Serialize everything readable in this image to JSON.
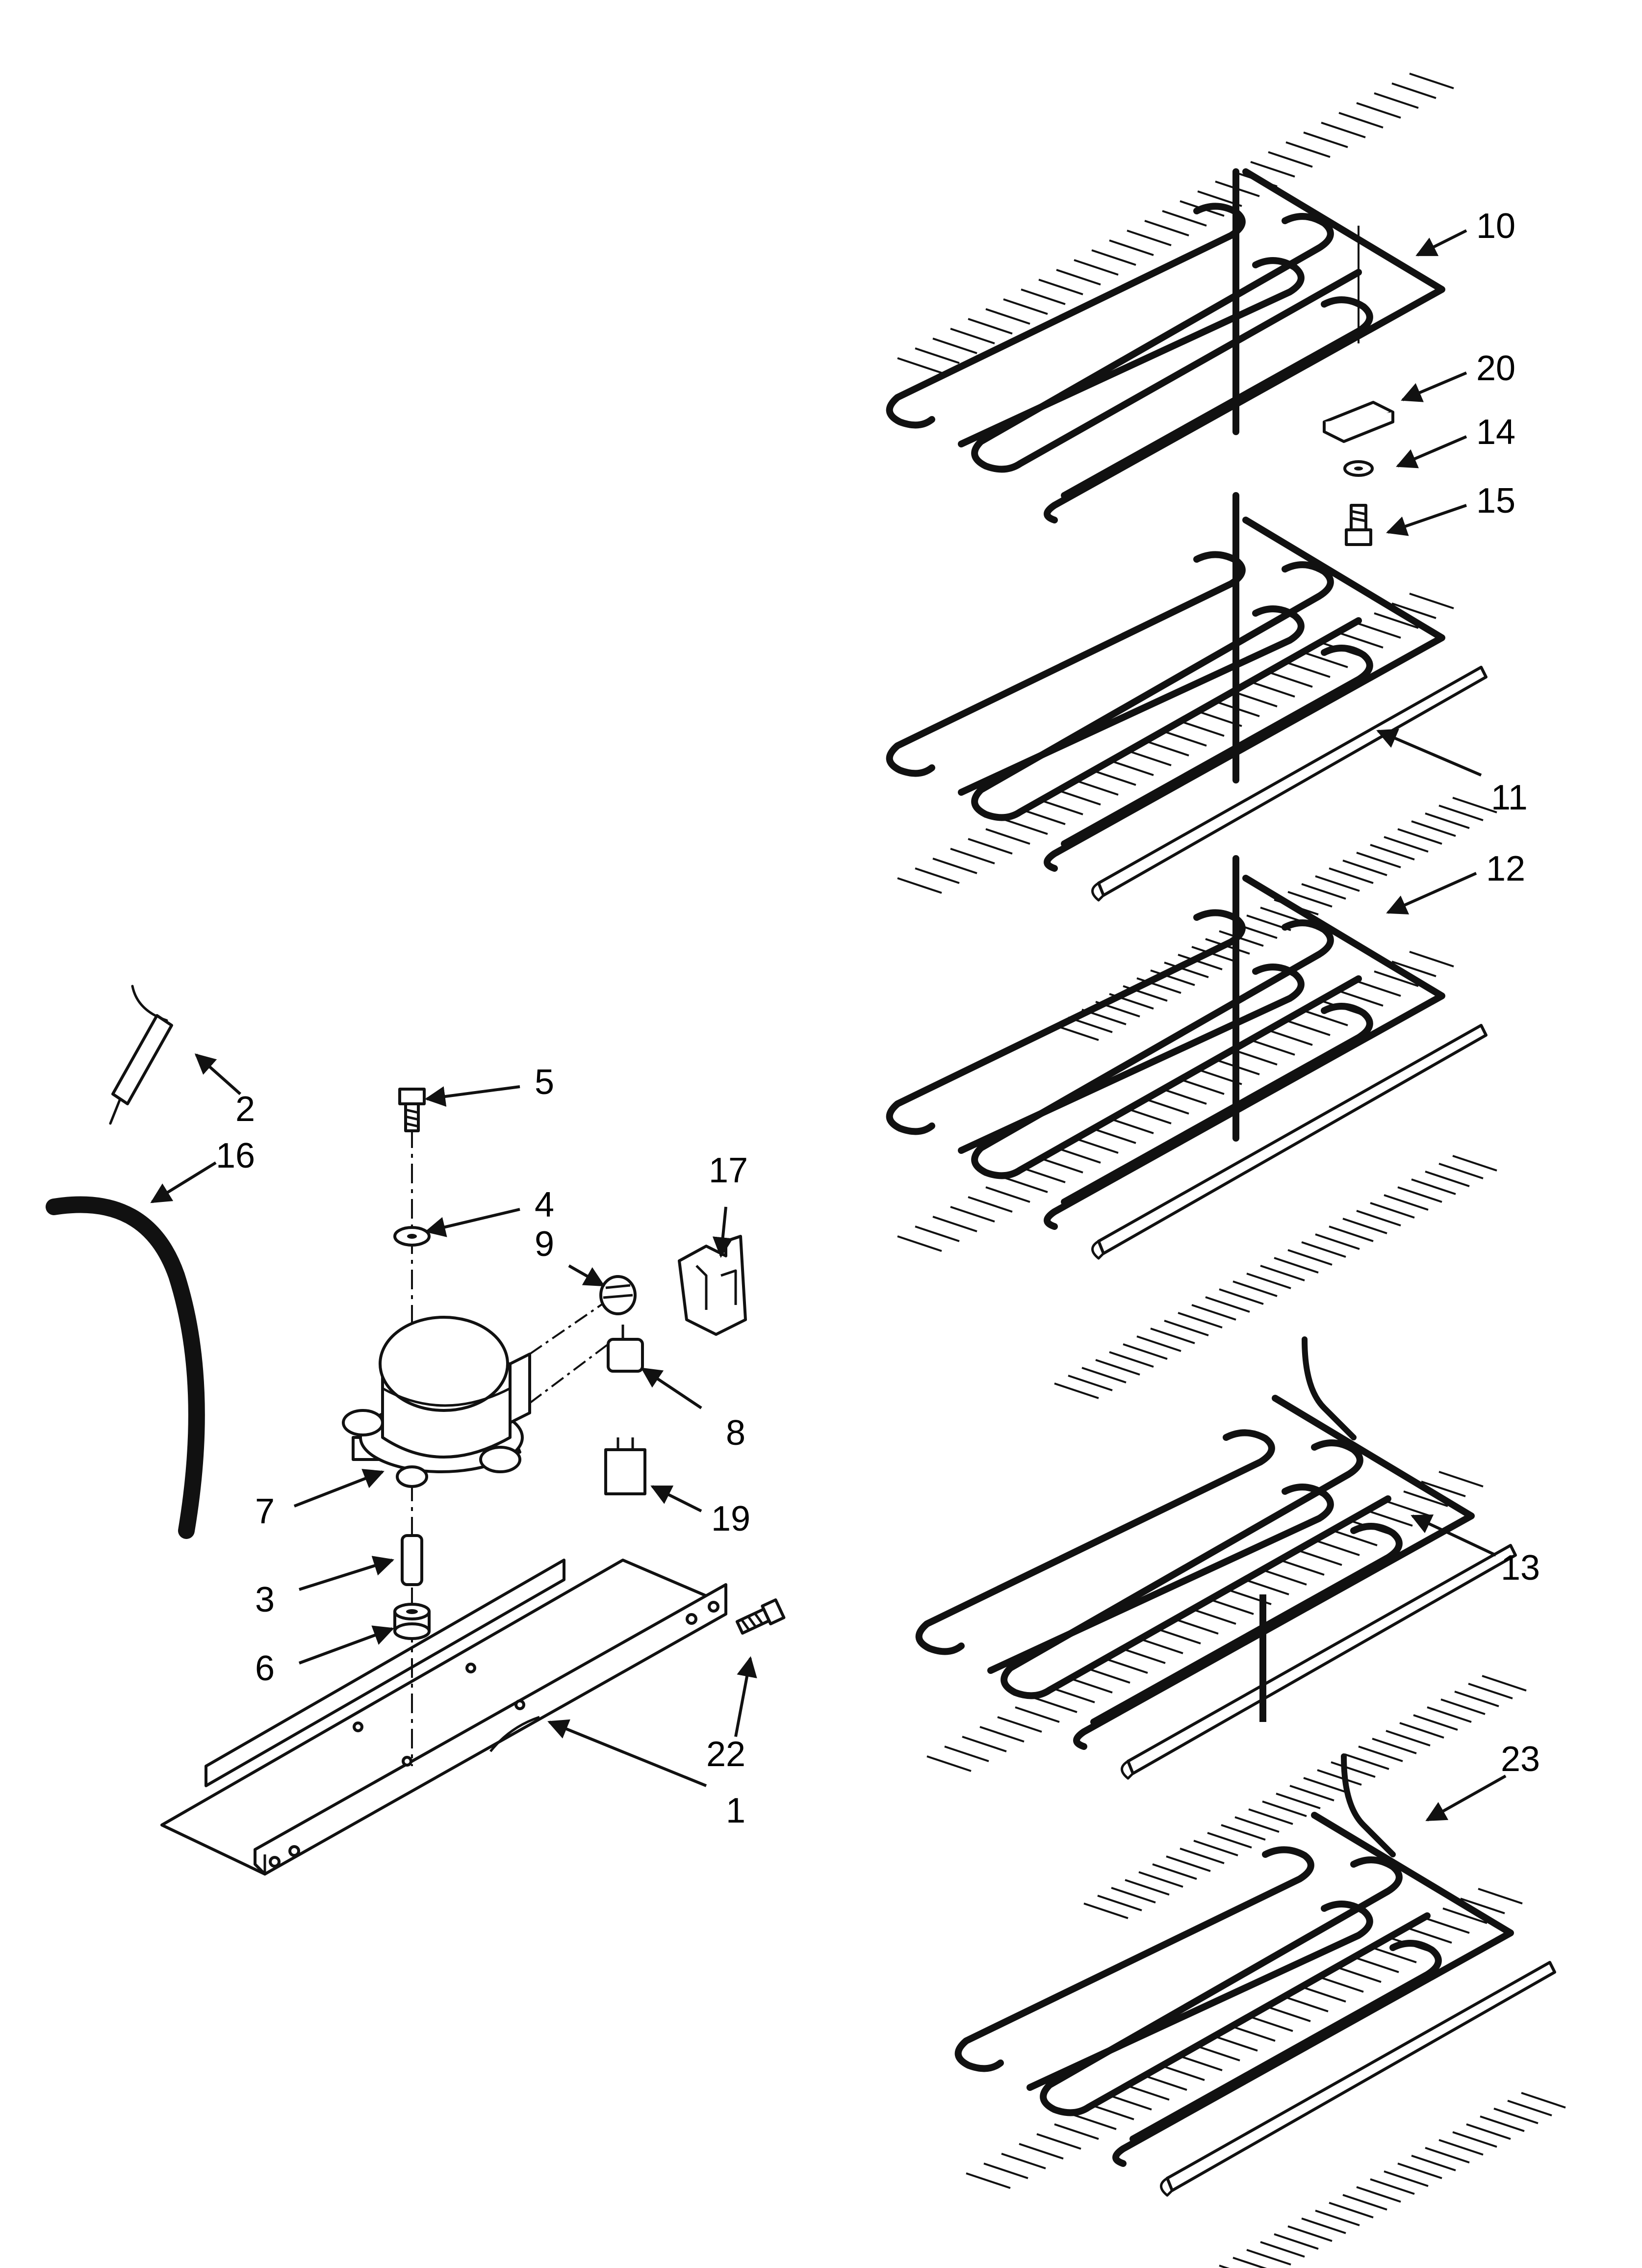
{
  "callouts": {
    "c1": "1",
    "c2": "2",
    "c3": "3",
    "c4": "4",
    "c5": "5",
    "c6": "6",
    "c7": "7",
    "c8": "8",
    "c9": "9",
    "c10": "10",
    "c11": "11",
    "c12": "12",
    "c13": "13",
    "c14": "14",
    "c15": "15",
    "c16": "16",
    "c17": "17",
    "c19": "19",
    "c20": "20",
    "c22": "22",
    "c23": "23"
  }
}
